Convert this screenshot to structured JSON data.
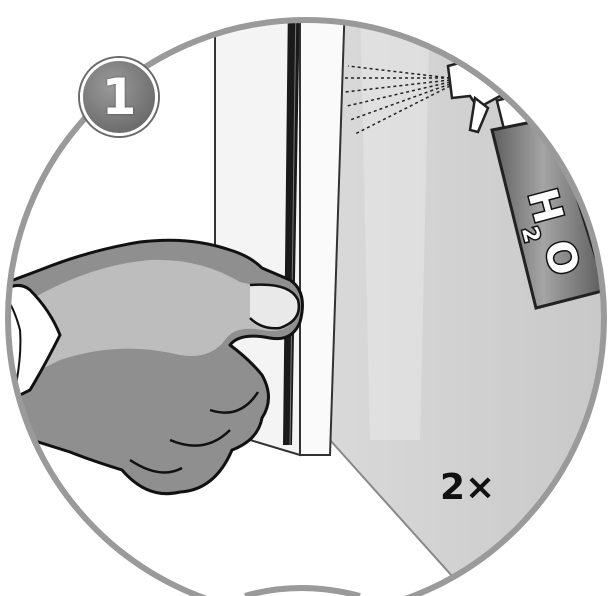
{
  "step": {
    "number": "1"
  },
  "repeat": {
    "label": "2×"
  },
  "bottle": {
    "label_h": "H",
    "label_2": "2",
    "label_o": "O"
  },
  "colors": {
    "badge": "#7a7a7a",
    "bottle": "#7d7d7d",
    "door_frame": "#f4f4f4",
    "shadow_area": "#d4d4d4"
  }
}
